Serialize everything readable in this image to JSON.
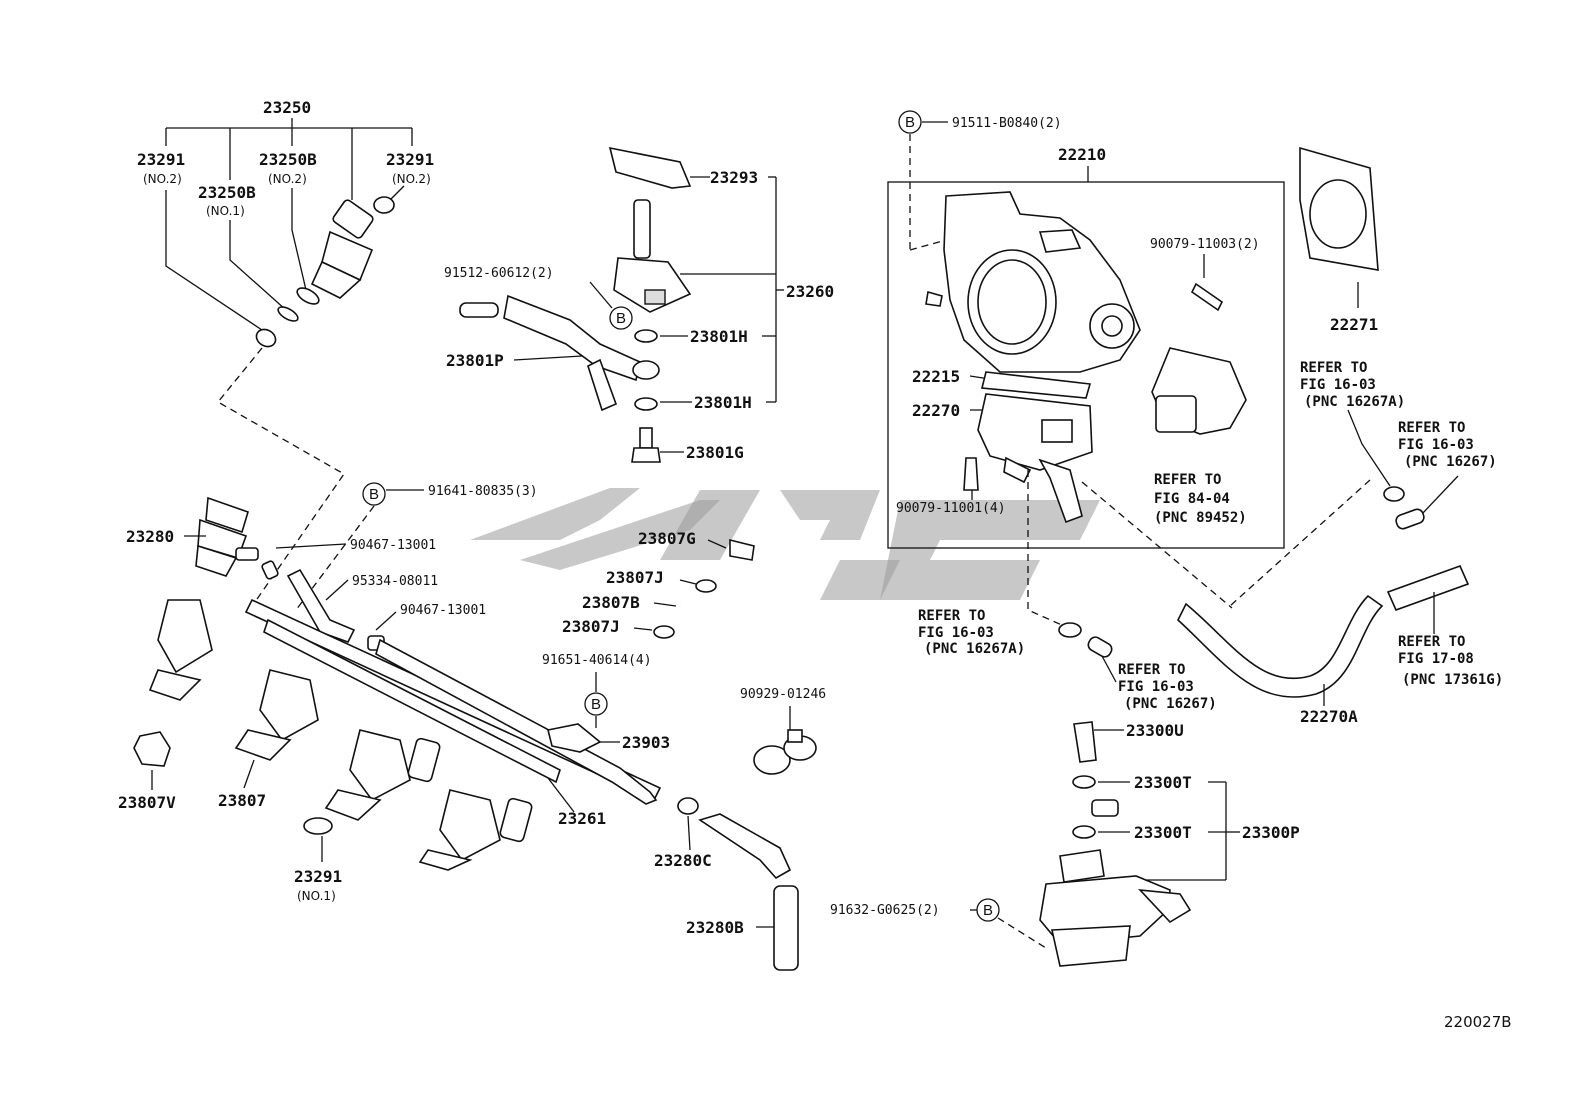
{
  "diagram_code": "220027B",
  "watermark": "",
  "callouts": {
    "c23250": "23250",
    "c23291a": "23291",
    "c23291a_sub": "(NO.2)",
    "c23250b_no2": "23250B",
    "c23250b_no2_sub": "(NO.2)",
    "c23291b": "23291",
    "c23291b_sub": "(NO.2)",
    "c23250b_no1": "23250B",
    "c23250b_no1_sub": "(NO.1)",
    "c23293": "23293",
    "c91512": "91512-60612(2)",
    "c23260": "23260",
    "c23801h1": "23801H",
    "c23801p": "23801P",
    "c23801h2": "23801H",
    "c23801g": "23801G",
    "c91641": "91641-80835(3)",
    "c23280": "23280",
    "c90467a": "90467-13001",
    "c95334": "95334-08011",
    "c90467b": "90467-13001",
    "c23807g": "23807G",
    "c23807j1": "23807J",
    "c23807b": "23807B",
    "c23807j2": "23807J",
    "c91651": "91651-40614(4)",
    "c23903": "23903",
    "c90929": "90929-01246",
    "c23807v": "23807V",
    "c23807": "23807",
    "c23261": "23261",
    "c23280c": "23280C",
    "c23291c": "23291",
    "c23291c_sub": "(NO.1)",
    "c23280b": "23280B",
    "c91511": "91511-B0840(2)",
    "c22210": "22210",
    "c90079a": "90079-11003(2)",
    "c22215": "22215",
    "c22270": "22270",
    "c90079b": "90079-11001(4)",
    "c22271": "22271",
    "c23300u": "23300U",
    "c23300t1": "23300T",
    "c23300t2": "23300T",
    "c23300p": "23300P",
    "c91632": "91632-G0625(2)",
    "c22270a": "22270A"
  },
  "bolt_marker": "B",
  "refer_notes": {
    "r1": [
      "REFER TO",
      "FIG 84-04",
      "(PNC 89452)"
    ],
    "r2": [
      "REFER TO",
      "FIG 16-03",
      "(PNC 16267A)"
    ],
    "r3": [
      "REFER TO",
      "FIG 16-03",
      "(PNC 16267)"
    ],
    "r4": [
      "REFER TO",
      "FIG 16-03",
      "(PNC 16267A)"
    ],
    "r5": [
      "REFER TO",
      "FIG 16-03",
      "(PNC 16267)"
    ],
    "r6": [
      "REFER TO",
      "FIG 17-08",
      "(PNC 17361G)"
    ]
  }
}
